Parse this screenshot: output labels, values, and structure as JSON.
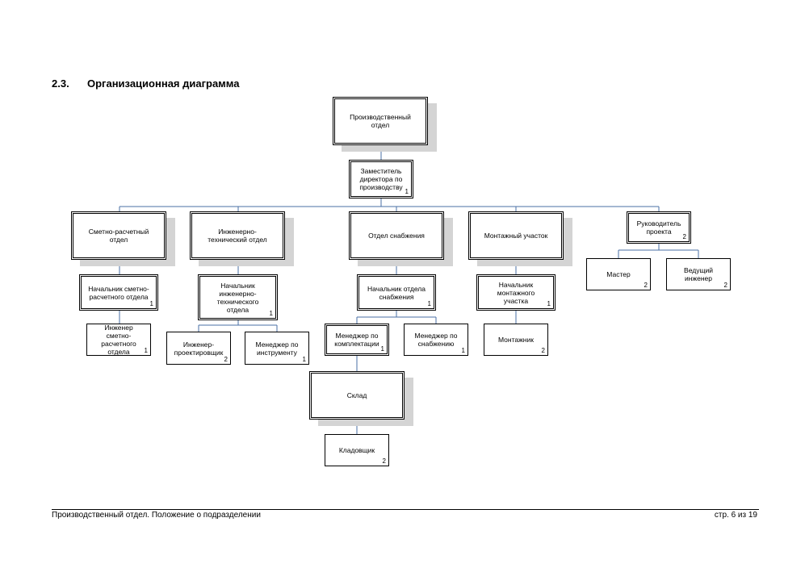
{
  "section": {
    "number": "2.3.",
    "title": "Организационная диаграмма"
  },
  "colors": {
    "connector": "#4a6fa5",
    "shadow": "#d4d4d4"
  },
  "nodes": {
    "production_dept": {
      "label": "Производственный отдел"
    },
    "deputy_director": {
      "label": "Заместитель директора по производству",
      "count": "1"
    },
    "estimate_dept": {
      "label": "Сметно-расчетный отдел"
    },
    "engineering_dept": {
      "label": "Инженерно-технический отдел"
    },
    "supply_dept": {
      "label": "Отдел снабжения"
    },
    "assembly_site": {
      "label": "Монтажный участок"
    },
    "project_manager": {
      "label": "Руководитель проекта",
      "count": "2"
    },
    "estimate_head": {
      "label": "Начальник сметно-расчетного отдела",
      "count": "1"
    },
    "estimate_engineer": {
      "label": "Инженер сметно-расчетного отдела",
      "count": "1"
    },
    "engineering_head": {
      "label": "Начальник инженерно-технического отдела",
      "count": "1"
    },
    "design_engineer": {
      "label": "Инженер-проектировщик",
      "count": "2"
    },
    "tool_manager": {
      "label": "Менеджер по инструменту",
      "count": "1"
    },
    "supply_head": {
      "label": "Начальник отдела снабжения",
      "count": "1"
    },
    "kit_manager": {
      "label": "Менеджер по комплектации",
      "count": "1"
    },
    "supply_manager": {
      "label": "Менеджер по снабжению",
      "count": "1"
    },
    "warehouse": {
      "label": "Склад"
    },
    "storekeeper": {
      "label": "Кладовщик",
      "count": "2"
    },
    "assembly_head": {
      "label": "Начальник монтажного участка",
      "count": "1"
    },
    "installer": {
      "label": "Монтажник",
      "count": "2"
    },
    "master": {
      "label": "Мастер",
      "count": "2"
    },
    "lead_engineer": {
      "label": "Ведущий инженер",
      "count": "2"
    }
  },
  "footer": {
    "document_title": "Производственный отдел. Положение о подразделении",
    "page_info": "стр. 6 из 19"
  }
}
